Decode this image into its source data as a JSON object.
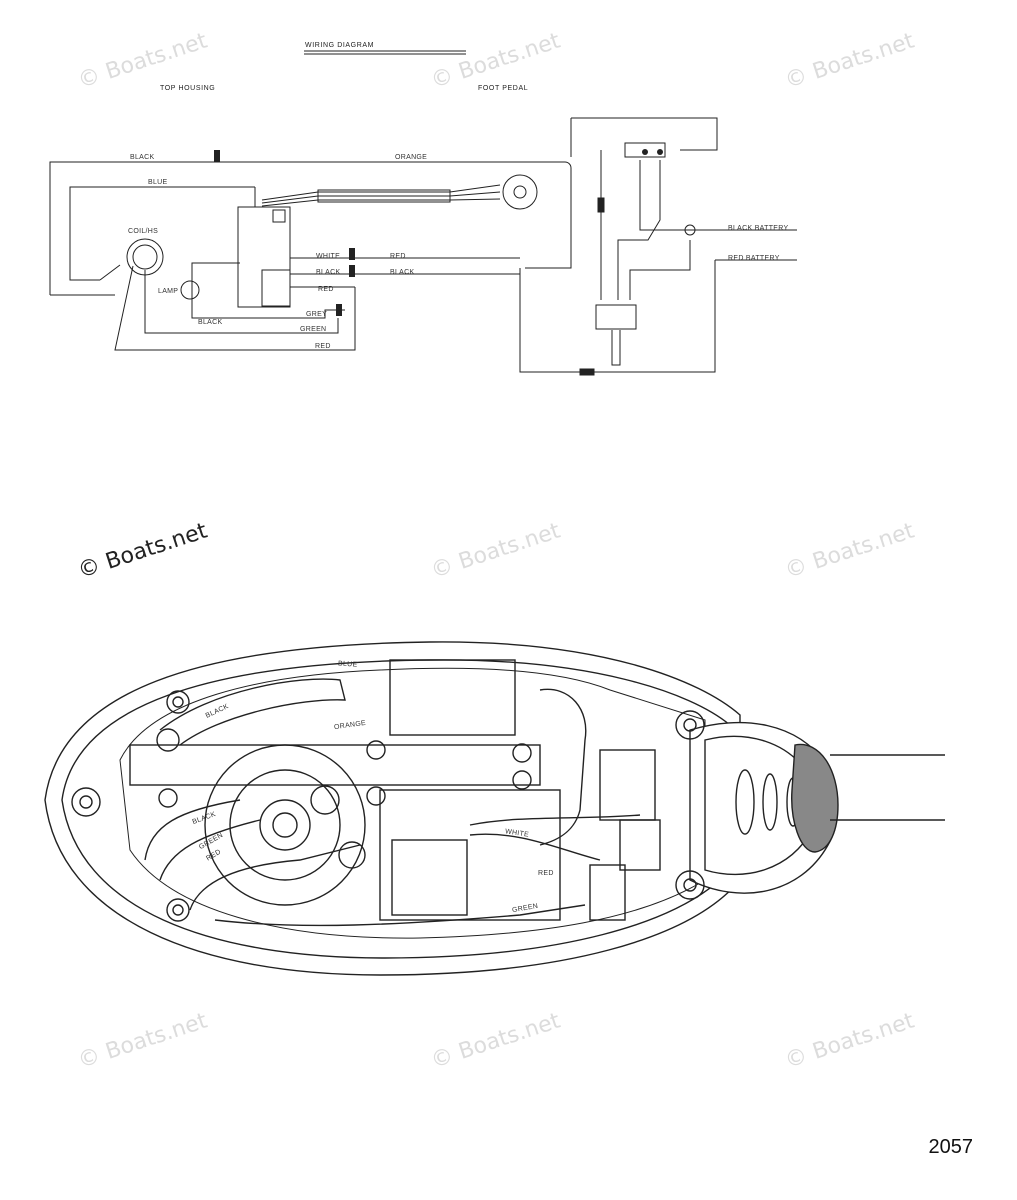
{
  "diagram": {
    "title": "WIRING DIAGRAM",
    "sections": {
      "top_housing": "TOP HOUSING",
      "foot_pedal": "FOOT PEDAL"
    },
    "components": {
      "coil": "COIL/HS",
      "lamp": "LAMP"
    },
    "wire_labels": {
      "black_top": "BLACK",
      "blue": "BLUE",
      "orange": "ORANGE",
      "white": "WHITE",
      "black_mid": "BLACK",
      "red_a": "RED",
      "red_b": "RED",
      "black_right": "BLACK",
      "black_lower": "BLACK",
      "grey": "GREY",
      "green": "GREEN",
      "red_bottom": "RED",
      "black_battery": "BLACK BATTERY",
      "red_battery": "RED BATTERY"
    },
    "housing_labels": {
      "blue": "BLUE",
      "black": "BLACK",
      "orange": "ORANGE",
      "white": "WHITE",
      "red": "RED",
      "green": "GREEN",
      "black2": "BLACK",
      "red2": "RED",
      "green2": "GREEN"
    }
  },
  "watermark": {
    "text": "© Boats.net"
  },
  "page_number": "2057"
}
